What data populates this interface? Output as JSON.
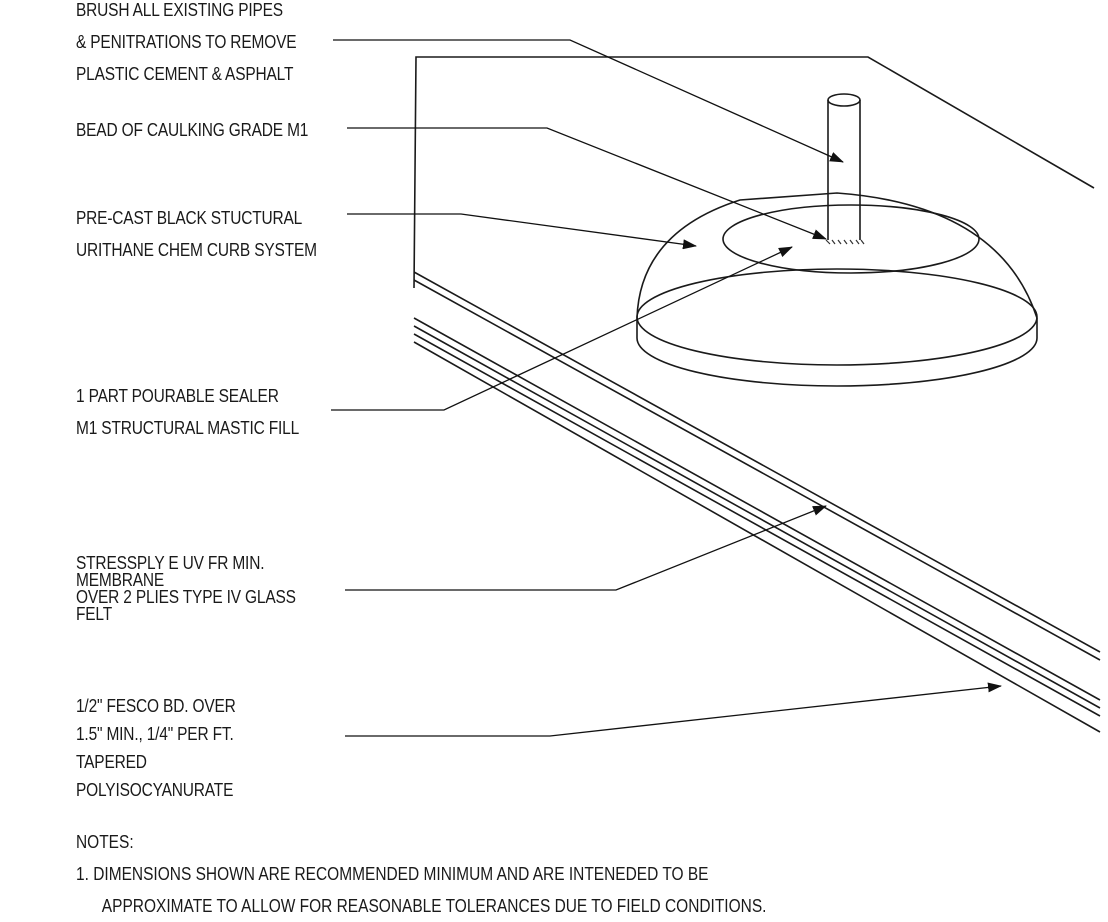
{
  "callouts": {
    "brush": [
      "BRUSH ALL EXISTING PIPES",
      "& PENITRATIONS TO REMOVE",
      "PLASTIC CEMENT & ASPHALT"
    ],
    "caulk": [
      "BEAD OF CAULKING GRADE M1"
    ],
    "curb": [
      "PRE-CAST BLACK STUCTURAL",
      "URITHANE CHEM CURB SYSTEM"
    ],
    "sealer": [
      "1 PART POURABLE SEALER",
      "M1 STRUCTURAL MASTIC FILL"
    ],
    "membrane": [
      "STRESSPLY E UV FR MIN.",
      "MEMBRANE",
      "OVER 2 PLIES TYPE IV GLASS",
      "FELT"
    ],
    "insulation": [
      "1/2\" FESCO BD. OVER",
      "1.5\" MIN., 1/4\" PER FT.",
      "TAPERED",
      "POLYISOCYANURATE"
    ]
  },
  "notes": {
    "heading": "NOTES:",
    "items": [
      {
        "number": "1.",
        "line1": "DIMENSIONS SHOWN ARE RECOMMENDED MINIMUM AND ARE INTENEDED TO BE",
        "line2": "APPROXIMATE TO ALLOW FOR REASONABLE TOLERANCES DUE TO FIELD CONDITIONS."
      }
    ]
  }
}
